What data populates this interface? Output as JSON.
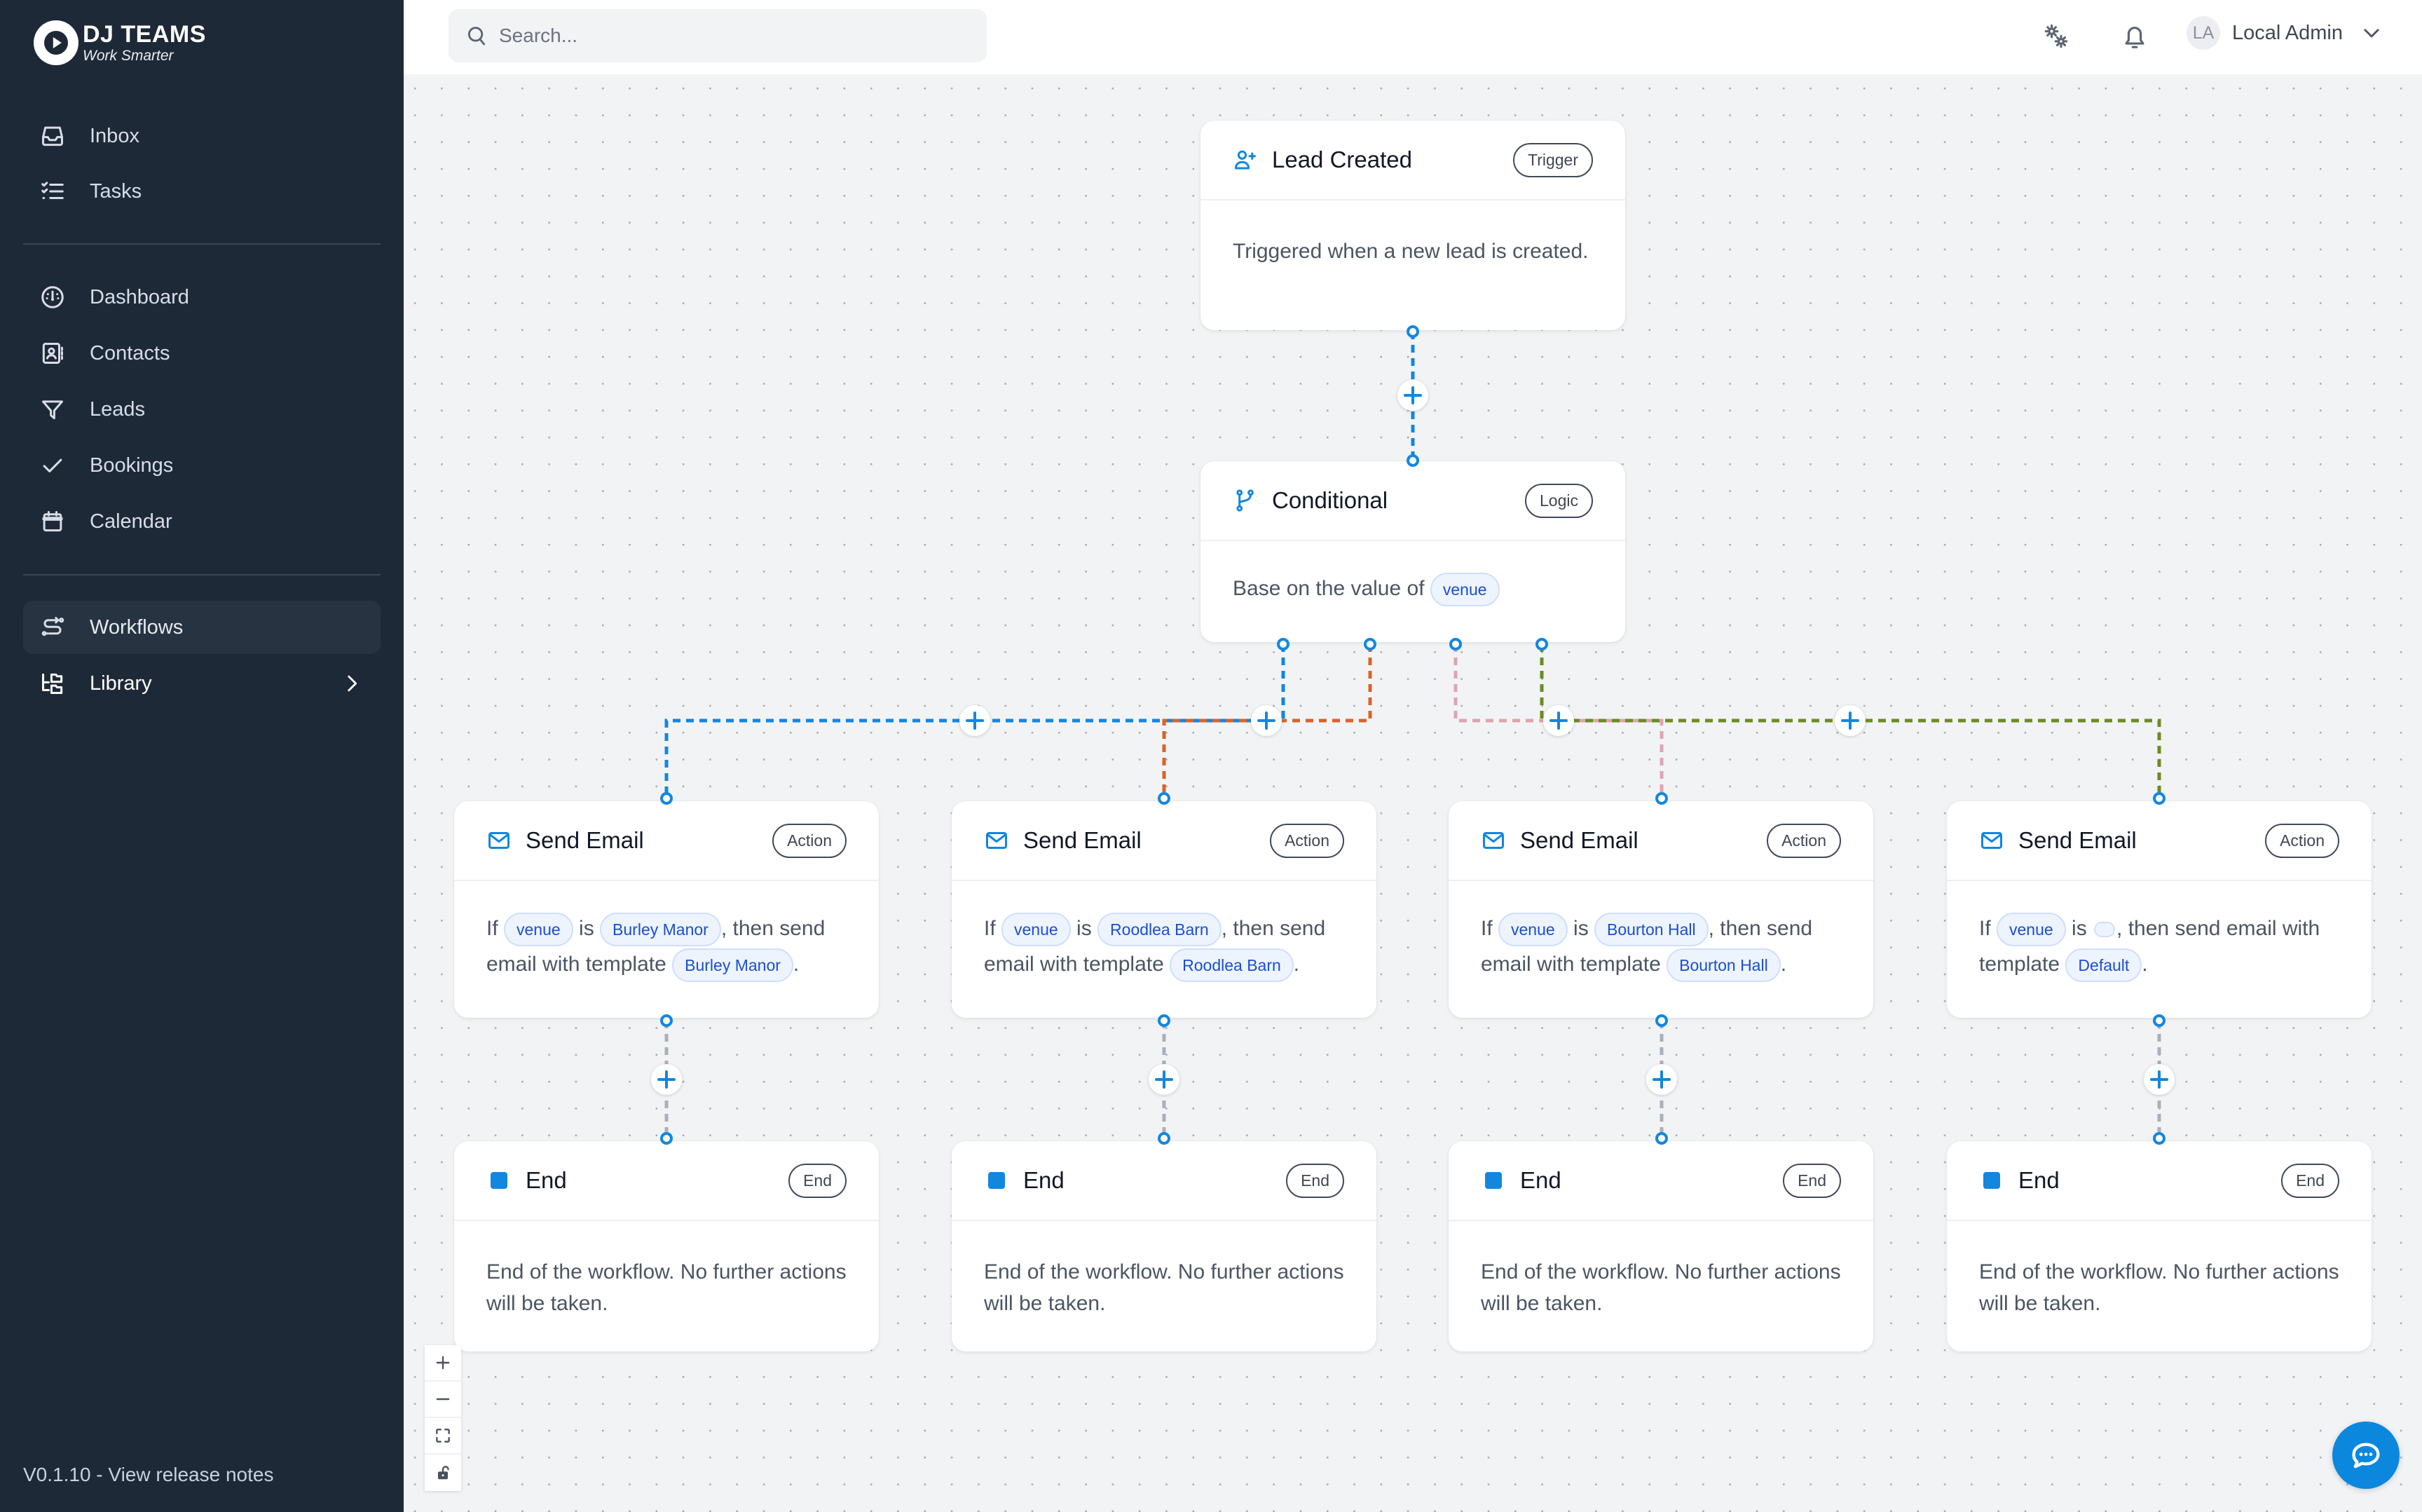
{
  "brand": {
    "name": "DJ TEAMS",
    "tagline": "Work Smarter",
    "logo_icon": "play-circle-icon"
  },
  "sidebar": {
    "groups": [
      {
        "items": [
          {
            "label": "Inbox",
            "icon": "inbox-icon",
            "active": false
          },
          {
            "label": "Tasks",
            "icon": "checklist-icon",
            "active": false
          }
        ]
      },
      {
        "items": [
          {
            "label": "Dashboard",
            "icon": "gauge-icon",
            "active": false
          },
          {
            "label": "Contacts",
            "icon": "contact-book-icon",
            "active": false
          },
          {
            "label": "Leads",
            "icon": "funnel-icon",
            "active": false
          },
          {
            "label": "Bookings",
            "icon": "check-icon",
            "active": false
          },
          {
            "label": "Calendar",
            "icon": "calendar-icon",
            "active": false
          }
        ]
      },
      {
        "items": [
          {
            "label": "Workflows",
            "icon": "workflow-icon",
            "active": true
          },
          {
            "label": "Library",
            "icon": "library-tree-icon",
            "active": false,
            "chevron": "chevron-right-icon"
          }
        ]
      }
    ],
    "version": "V0.1.10 - View release notes"
  },
  "topbar": {
    "search_placeholder": "Search...",
    "search_value": "",
    "search_icon": "search-icon",
    "settings_icon": "gears-icon",
    "notifications_icon": "bell-icon",
    "user": {
      "initials": "LA",
      "name": "Local Admin",
      "chevron": "chevron-down-icon"
    }
  },
  "canvas": {
    "zoom_controls": [
      {
        "name": "zoom-in",
        "icon": "plus-icon"
      },
      {
        "name": "zoom-out",
        "icon": "minus-icon"
      },
      {
        "name": "fit-view",
        "icon": "fit-screen-icon"
      },
      {
        "name": "toggle-interactivity",
        "icon": "unlock-icon"
      }
    ],
    "chat_button_icon": "chat-bubble-icon",
    "edge_colors": {
      "branch_1": "#1f86e8",
      "branch_2": "#d9622b",
      "branch_3": "#d9a0ad",
      "branch_4": "#6f8f1f"
    },
    "accent": "#1f86e8",
    "add_step_label": "+"
  },
  "workflow": {
    "trigger": {
      "title": "Lead Created",
      "badge": "Trigger",
      "icon": "user-plus-icon",
      "description": "Triggered when a new lead is created."
    },
    "conditional": {
      "title": "Conditional",
      "badge": "Logic",
      "icon": "branch-icon",
      "body_prefix": "Base on the value of",
      "field": "venue"
    },
    "actions": [
      {
        "title": "Send Email",
        "badge": "Action",
        "icon": "mail-icon",
        "t1": "If",
        "field": "venue",
        "t2": "is",
        "value": "Burley Manor",
        "t3": ", then send email with template",
        "template": "Burley Manor",
        "t4": "."
      },
      {
        "title": "Send Email",
        "badge": "Action",
        "icon": "mail-icon",
        "t1": "If",
        "field": "venue",
        "t2": "is",
        "value": "Roodlea Barn",
        "t3": ", then send email with template",
        "template": "Roodlea Barn",
        "t4": "."
      },
      {
        "title": "Send Email",
        "badge": "Action",
        "icon": "mail-icon",
        "t1": "If",
        "field": "venue",
        "t2": "is",
        "value": "Bourton Hall",
        "t3": ", then send email with template",
        "template": "Bourton Hall",
        "t4": "."
      },
      {
        "title": "Send Email",
        "badge": "Action",
        "icon": "mail-icon",
        "t1": "If",
        "field": "venue",
        "t2": "is",
        "value": "",
        "t3": ", then send email with template",
        "template": "Default",
        "t4": "."
      }
    ],
    "ends": [
      {
        "title": "End",
        "badge": "End",
        "icon": "square-icon",
        "description": "End of the workflow. No further actions will be taken."
      },
      {
        "title": "End",
        "badge": "End",
        "icon": "square-icon",
        "description": "End of the workflow. No further actions will be taken."
      },
      {
        "title": "End",
        "badge": "End",
        "icon": "square-icon",
        "description": "End of the workflow. No further actions will be taken."
      },
      {
        "title": "End",
        "badge": "End",
        "icon": "square-icon",
        "description": "End of the workflow. No further actions will be taken."
      }
    ]
  }
}
